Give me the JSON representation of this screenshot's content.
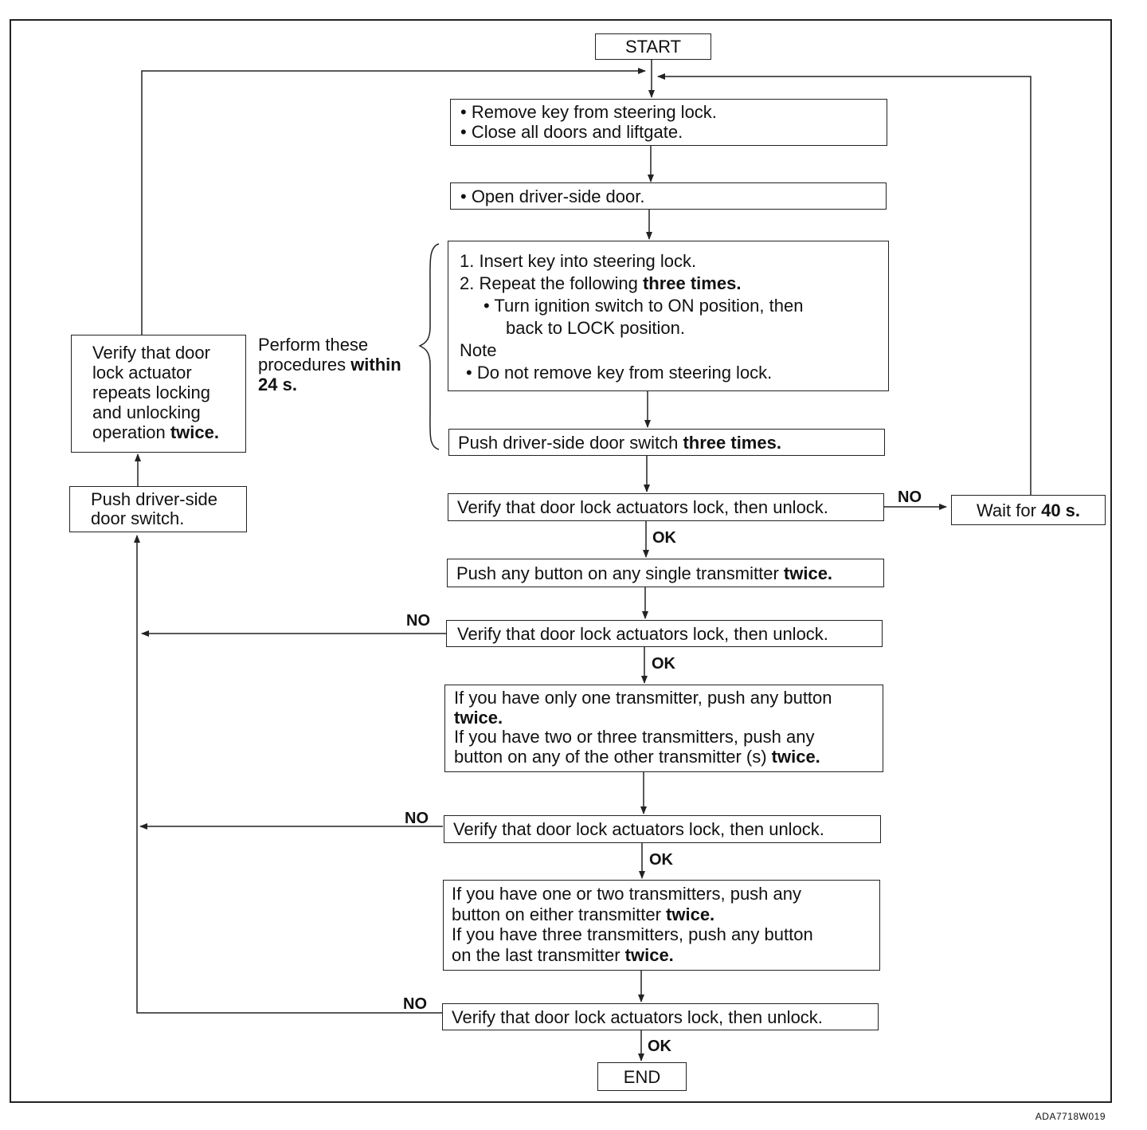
{
  "start": "START",
  "end": "END",
  "step1": {
    "line1": "• Remove key from steering lock.",
    "line2": "• Close all doors and liftgate."
  },
  "step2": {
    "line1": "• Open driver-side door."
  },
  "step3": {
    "item1": "1. Insert key into steering lock.",
    "item2_text": "2. Repeat the following ",
    "item2_bold": "three times.",
    "sub1": "• Turn ignition switch to ON position, then",
    "sub2": "back to LOCK position.",
    "note_title": "Note",
    "note_item": "• Do not remove key from steering lock."
  },
  "step4": {
    "text": "Push driver-side door switch ",
    "bold": "three times."
  },
  "verify": "Verify that door lock actuators lock, then unlock.",
  "wait": {
    "text": "Wait for ",
    "bold": "40 s."
  },
  "step5": {
    "text": "Push any button on any single transmitter ",
    "bold": "twice."
  },
  "step6": {
    "line1": "If you have only one transmitter, push any button",
    "line2_bold": "twice.",
    "line3": "If you have two or three transmitters, push any",
    "line4_text": "button on any of the other transmitter (s) ",
    "line4_bold": "twice."
  },
  "step7": {
    "line1": "If you have one or two transmitters, push any",
    "line2_text": "button on either transmitter ",
    "line2_bold": "twice.",
    "line3": "If you have three transmitters, push any button",
    "line4_text": "on the last transmitter ",
    "line4_bold": "twice."
  },
  "side_note": {
    "line1": "Perform these",
    "line2_text": "procedures ",
    "line2_bold": "within",
    "line3_bold": "24 s."
  },
  "left_verify": {
    "line1": "Verify that door",
    "line2": "lock actuator",
    "line3": "repeats locking",
    "line4": "and unlocking",
    "line5_text": "operation ",
    "line5_bold": "twice."
  },
  "left_push": {
    "line1": "Push driver-side",
    "line2": "door switch."
  },
  "labels": {
    "yes": "OK",
    "no": "NO"
  },
  "figure_code": "ADA7718W019"
}
